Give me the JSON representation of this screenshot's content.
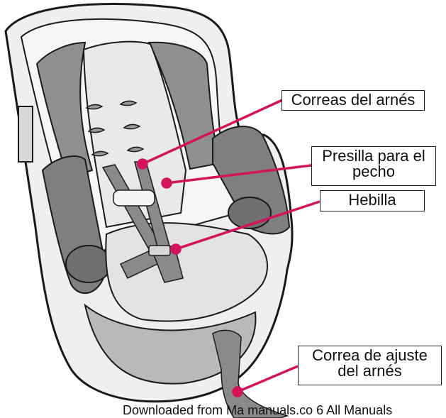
{
  "labels": {
    "harness_straps": "Correas del arnés",
    "chest_clip_line1": "Presilla para el",
    "chest_clip_line2": "pecho",
    "buckle": "Hebilla",
    "adjust_strap_line1": "Correa de ajuste",
    "adjust_strap_line2": "del arnés"
  },
  "footer_text": "Downloaded from Ma        manuals.co  6 All Manuals",
  "colors": {
    "leader_line": "#d4145a",
    "outline": "#1a1a1a",
    "shell_light": "#ececec",
    "pad_dark": "#8c8c8c",
    "pad_mid": "#b5b5b5",
    "seat_light": "#e6e6e6"
  }
}
